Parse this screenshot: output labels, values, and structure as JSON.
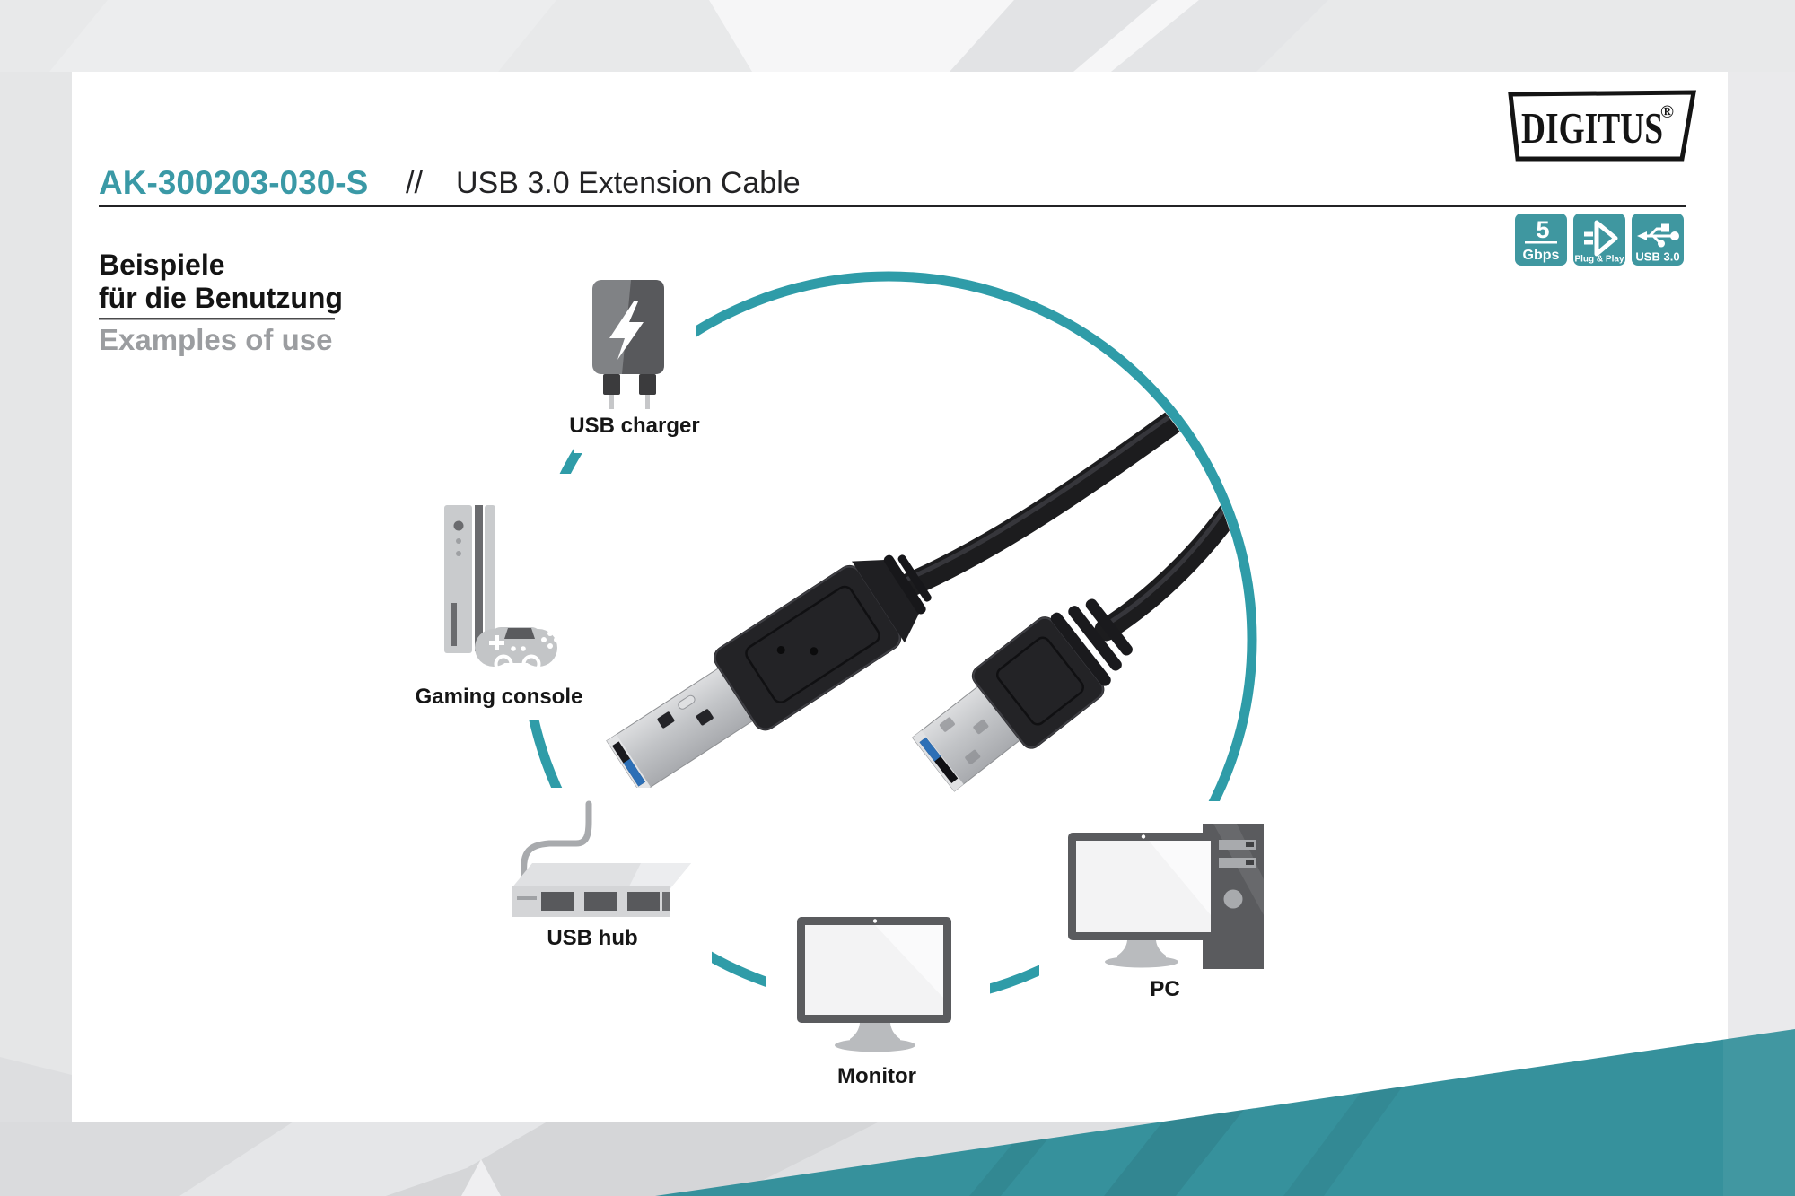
{
  "header": {
    "product_code": "AK-300203-030-S",
    "separator": "//",
    "product_name": "USB 3.0 Extension Cable",
    "brand": "DIGITUS",
    "registered_mark": "®"
  },
  "section_heading": {
    "de_line1": "Beispiele",
    "de_line2": "für die Benutzung",
    "en": "Examples of use"
  },
  "badges": [
    {
      "id": "speed",
      "value": "5",
      "unit": "Gbps"
    },
    {
      "id": "plug-and-play",
      "label": "Plug & Play"
    },
    {
      "id": "usb-30",
      "label": "USB 3.0"
    }
  ],
  "diagram": {
    "items": [
      {
        "id": "usb-charger",
        "label": "USB charger"
      },
      {
        "id": "gaming-console",
        "label": "Gaming console"
      },
      {
        "id": "usb-hub",
        "label": "USB hub"
      },
      {
        "id": "monitor",
        "label": "Monitor"
      },
      {
        "id": "pc",
        "label": "PC"
      }
    ]
  },
  "colors": {
    "accent_teal_title": "#3A99A6",
    "badge_teal": "#3F97A0",
    "ring_teal": "#2F9CA8",
    "wedge_teal": "#36919C",
    "heading_gray": "#9B9DA0",
    "text_dark": "#141414",
    "usb_blue": "#2C6FB6"
  }
}
